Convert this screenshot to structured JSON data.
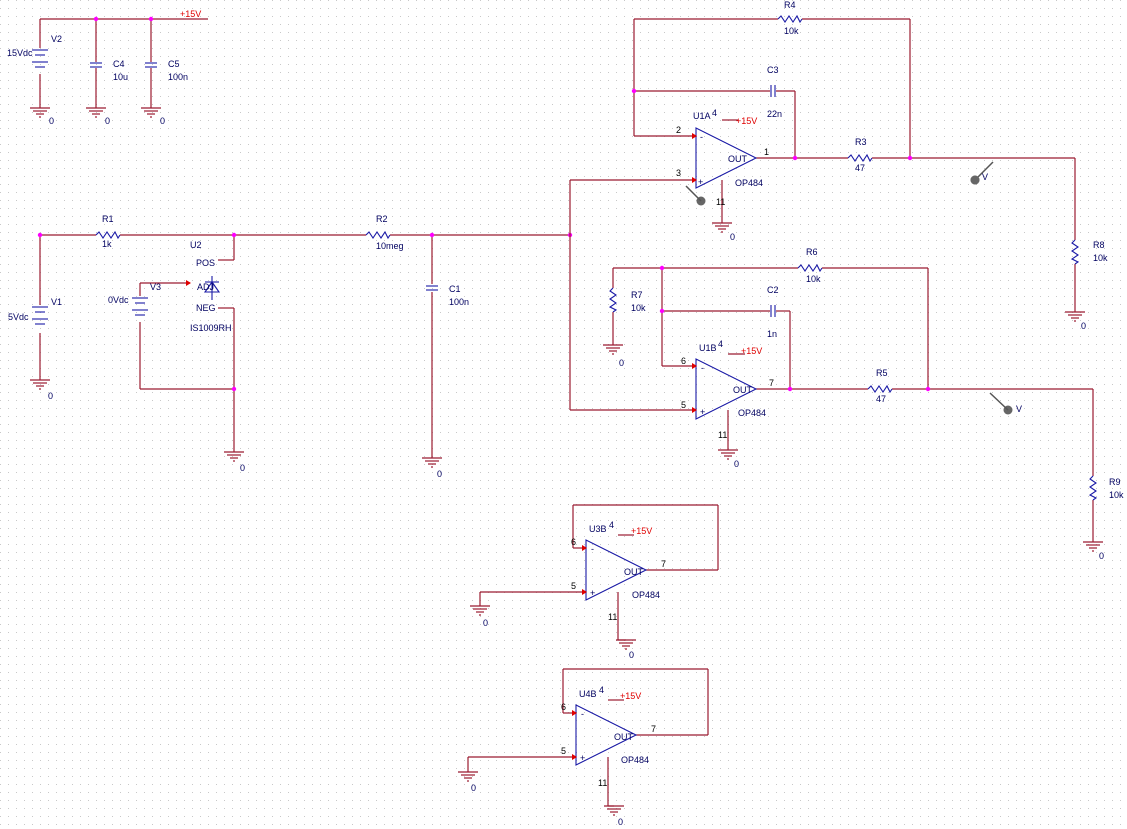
{
  "schematic": {
    "grid_color": "#c8c8c8",
    "wire_color": "#9b1b30",
    "component_color": "#1a1aa6",
    "node_color": "#ff00ff",
    "power_color": "#e00000",
    "power_net": "+15V",
    "ground_label": "0",
    "sources": {
      "v2": {
        "ref": "V2",
        "value": "15Vdc"
      },
      "v1": {
        "ref": "V1",
        "value": "5Vdc"
      },
      "v3": {
        "ref": "V3",
        "value": "0Vdc"
      }
    },
    "capacitors": {
      "c4": {
        "ref": "C4",
        "value": "10u"
      },
      "c5": {
        "ref": "C5",
        "value": "100n"
      },
      "c1": {
        "ref": "C1",
        "value": "100n"
      },
      "c3": {
        "ref": "C3",
        "value": "22n"
      },
      "c2": {
        "ref": "C2",
        "value": "1n"
      }
    },
    "resistors": {
      "r1": {
        "ref": "R1",
        "value": "1k"
      },
      "r2": {
        "ref": "R2",
        "value": "10meg"
      },
      "r3": {
        "ref": "R3",
        "value": "47"
      },
      "r4": {
        "ref": "R4",
        "value": "10k"
      },
      "r5": {
        "ref": "R5",
        "value": "47"
      },
      "r6": {
        "ref": "R6",
        "value": "10k"
      },
      "r7": {
        "ref": "R7",
        "value": "10k"
      },
      "r8": {
        "ref": "R8",
        "value": "10k"
      },
      "r9": {
        "ref": "R9",
        "value": "10k"
      }
    },
    "reference": {
      "ref": "U2",
      "part": "IS1009RH",
      "pin_pos": "POS",
      "pin_adj": "ADJ",
      "pin_neg": "NEG"
    },
    "opamps": {
      "u1a": {
        "ref": "U1A",
        "part": "OP484",
        "out": "OUT",
        "pin_inv": "2",
        "pin_noninv": "3",
        "pin_out": "1",
        "pin_vp": "4",
        "pin_vn": "11"
      },
      "u1b": {
        "ref": "U1B",
        "part": "OP484",
        "out": "OUT",
        "pin_inv": "6",
        "pin_noninv": "5",
        "pin_out": "7",
        "pin_vp": "4",
        "pin_vn": "11"
      },
      "u3b": {
        "ref": "U3B",
        "part": "OP484",
        "out": "OUT",
        "pin_inv": "6",
        "pin_noninv": "5",
        "pin_out": "7",
        "pin_vp": "4",
        "pin_vn": "11"
      },
      "u4b": {
        "ref": "U4B",
        "part": "OP484",
        "out": "OUT",
        "pin_inv": "6",
        "pin_noninv": "5",
        "pin_out": "7",
        "pin_vp": "4",
        "pin_vn": "11"
      }
    },
    "probe_label": "V",
    "symbols": {
      "plus": "+",
      "minus": "-"
    }
  }
}
